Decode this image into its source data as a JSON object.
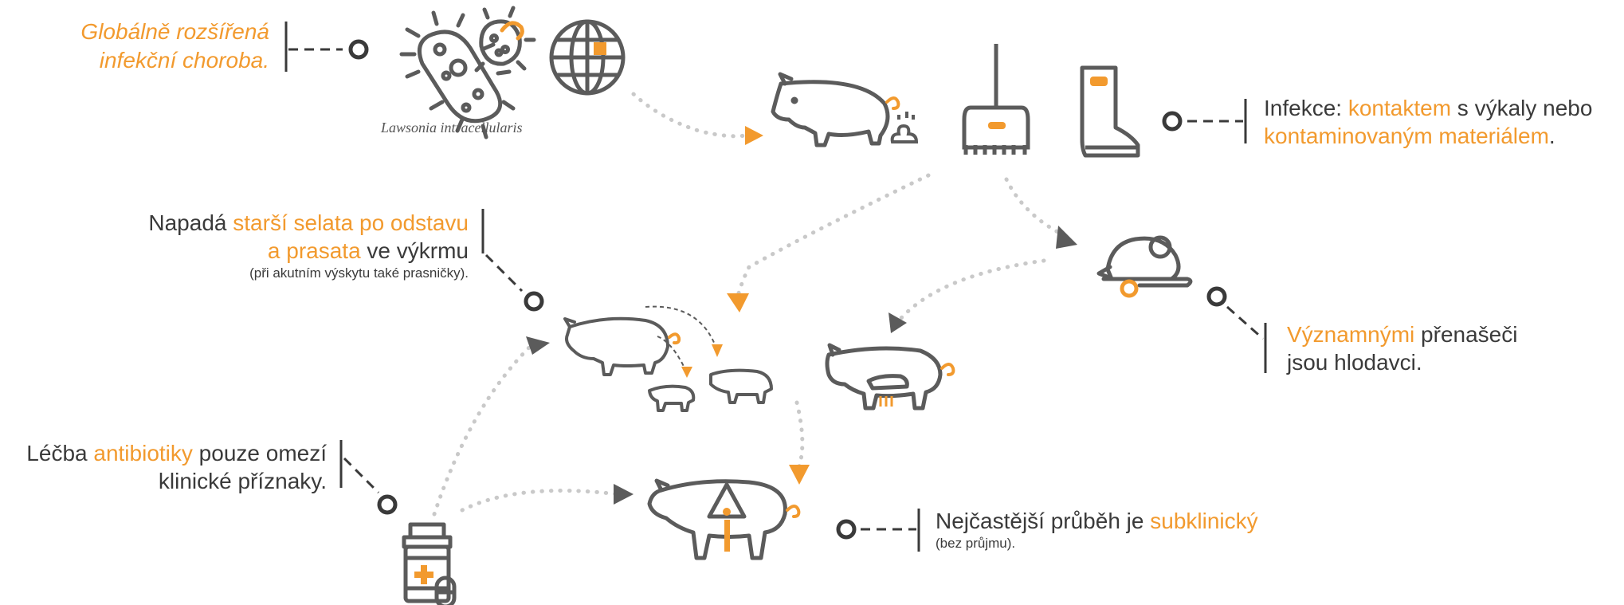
{
  "colors": {
    "accent": "#f29a2e",
    "icon": "#5b5b5b",
    "dots": "#c9c9c9",
    "text": "#3a3a3a"
  },
  "global": {
    "line1": "Globálně rozšířená",
    "line2": "infekční choroba."
  },
  "bacterium": {
    "species": "Lawsonia intracellularis"
  },
  "infection": {
    "prefix": "Infekce:",
    "kontaktem": "kontaktem",
    "mid": "s výkaly nebo",
    "material": "kontaminovaným materiálem",
    "end": "."
  },
  "attacks": {
    "p1": "Napadá",
    "h1": "starší selata po odstavu",
    "h2": "a prasata",
    "p2": "ve výkrmu",
    "note": "(při akutním výskytu také prasničky)."
  },
  "rodents": {
    "h1": "Významnými",
    "p1": "přenašeči",
    "line2": "jsou hlodavci."
  },
  "treatment": {
    "p1": "Léčba",
    "h1": "antibiotiky",
    "p2": "pouze omezí",
    "line2": "klinické příznaky."
  },
  "course": {
    "p1": "Nejčastější průběh je",
    "h1": "subklinický",
    "note": "(bez průjmu)."
  },
  "icons": [
    "bacteria-icon",
    "globe-icon",
    "pig-icon",
    "feces-icon",
    "broom-icon",
    "boot-icon",
    "mouse-icon",
    "pig-family-icon",
    "sow-icon",
    "sick-pig-icon",
    "medicine-bottle-icon"
  ]
}
